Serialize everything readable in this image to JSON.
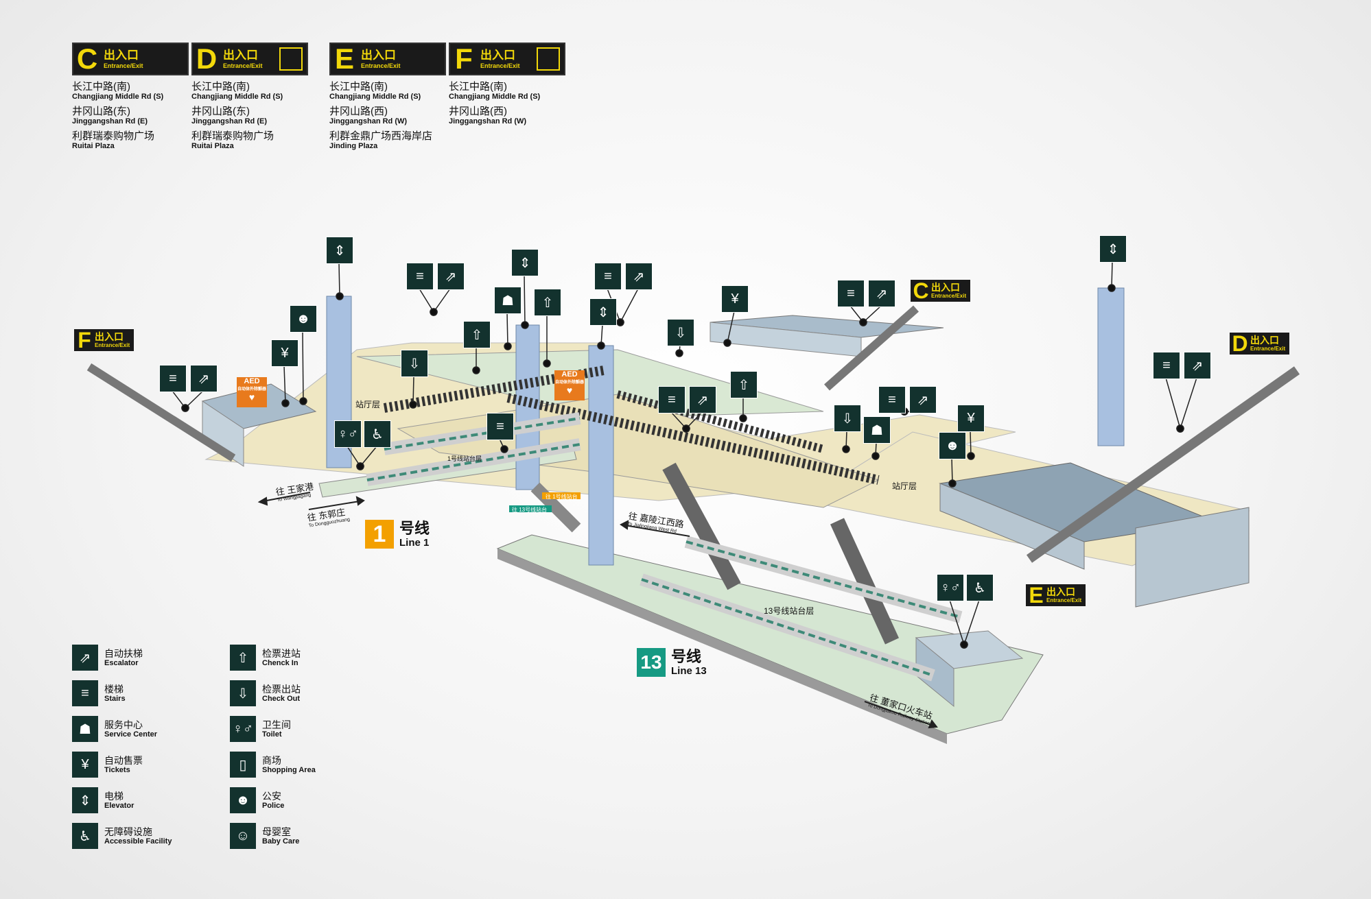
{
  "exits": [
    {
      "letter": "C",
      "cn": "出入口",
      "en": "Entrance/Exit",
      "elevator": false,
      "destinations": [
        {
          "cn": "长江中路(南)",
          "en": "Changjiang Middle Rd (S)"
        },
        {
          "cn": "井冈山路(东)",
          "en": "Jinggangshan Rd (E)"
        },
        {
          "cn": "利群瑞泰购物广场",
          "en": "Ruitai Plaza"
        }
      ]
    },
    {
      "letter": "D",
      "cn": "出入口",
      "en": "Entrance/Exit",
      "elevator": true,
      "destinations": [
        {
          "cn": "长江中路(南)",
          "en": "Changjiang Middle Rd (S)"
        },
        {
          "cn": "井冈山路(东)",
          "en": "Jinggangshan Rd (E)"
        },
        {
          "cn": "利群瑞泰购物广场",
          "en": "Ruitai Plaza"
        }
      ]
    },
    {
      "letter": "E",
      "cn": "出入口",
      "en": "Entrance/Exit",
      "elevator": false,
      "destinations": [
        {
          "cn": "长江中路(南)",
          "en": "Changjiang Middle Rd (S)"
        },
        {
          "cn": "井冈山路(西)",
          "en": "Jinggangshan Rd (W)"
        },
        {
          "cn": "利群金鼎广场西海岸店",
          "en": "Jinding Plaza"
        }
      ]
    },
    {
      "letter": "F",
      "cn": "出入口",
      "en": "Entrance/Exit",
      "elevator": true,
      "destinations": [
        {
          "cn": "长江中路(南)",
          "en": "Changjiang Middle Rd (S)"
        },
        {
          "cn": "井冈山路(西)",
          "en": "Jinggangshan Rd (W)"
        }
      ]
    }
  ],
  "map": {
    "exit_labels": {
      "F": {
        "letter": "F",
        "cn": "出入口",
        "en": "Entrance/Exit"
      },
      "C": {
        "letter": "C",
        "cn": "出入口",
        "en": "Entrance/Exit"
      },
      "D": {
        "letter": "D",
        "cn": "出入口",
        "en": "Entrance/Exit"
      },
      "E": {
        "letter": "E",
        "cn": "出入口",
        "en": "Entrance/Exit"
      }
    },
    "levels": {
      "hall_left": "站厅层",
      "hall_right": "站厅层",
      "platform_1": "1号线站台层",
      "platform_13": "13号线站台层"
    },
    "aed": {
      "label": "AED",
      "sub": "自动体外除颤器"
    },
    "transfer_signs": {
      "up": "往 1号线站台",
      "down": "往 13号线站台"
    },
    "directions": {
      "wangjiagang": {
        "cn": "往 王家港",
        "en": "To Wangjiagang"
      },
      "dongguozhuang": {
        "cn": "往 东郭庄",
        "en": "To Dongguozhuang"
      },
      "jialingjiang": {
        "cn": "往 嘉陵江西路",
        "en": "To Jialingjiang West Rd"
      },
      "dongjiakou": {
        "cn": "往 董家口火车站",
        "en": "To Dongjiakou Railway Station"
      }
    },
    "line1": {
      "num": "1",
      "cn": "号线",
      "en": "Line 1",
      "color": "#f3a000"
    },
    "line13": {
      "num": "13",
      "cn": "号线",
      "en": "Line 13",
      "color": "#169a83"
    }
  },
  "legend": [
    {
      "icon": "escalator-icon",
      "glyph": "⇗",
      "cn": "自动扶梯",
      "en": "Escalator"
    },
    {
      "icon": "check-in-icon",
      "glyph": "⇧",
      "cn": "检票进站",
      "en": "Chenck In"
    },
    {
      "icon": "stairs-icon",
      "glyph": "≡",
      "cn": "楼梯",
      "en": "Stairs"
    },
    {
      "icon": "check-out-icon",
      "glyph": "⇩",
      "cn": "检票出站",
      "en": "Check Out"
    },
    {
      "icon": "service-center-icon",
      "glyph": "☗",
      "cn": "服务中心",
      "en": "Service Center"
    },
    {
      "icon": "toilet-icon",
      "glyph": "♀♂",
      "cn": "卫生间",
      "en": "Toilet"
    },
    {
      "icon": "tickets-icon",
      "glyph": "¥",
      "cn": "自动售票",
      "en": "Tickets"
    },
    {
      "icon": "shopping-icon",
      "glyph": "▯",
      "cn": "商场",
      "en": "Shopping Area"
    },
    {
      "icon": "elevator-icon",
      "glyph": "⇕",
      "cn": "电梯",
      "en": "Elevator"
    },
    {
      "icon": "police-icon",
      "glyph": "☻",
      "cn": "公安",
      "en": "Police"
    },
    {
      "icon": "accessible-icon",
      "glyph": "♿",
      "cn": "无障碍设施",
      "en": "Accessible Facility"
    },
    {
      "icon": "baby-care-icon",
      "glyph": "☺",
      "cn": "母婴室",
      "en": "Baby Care"
    }
  ]
}
